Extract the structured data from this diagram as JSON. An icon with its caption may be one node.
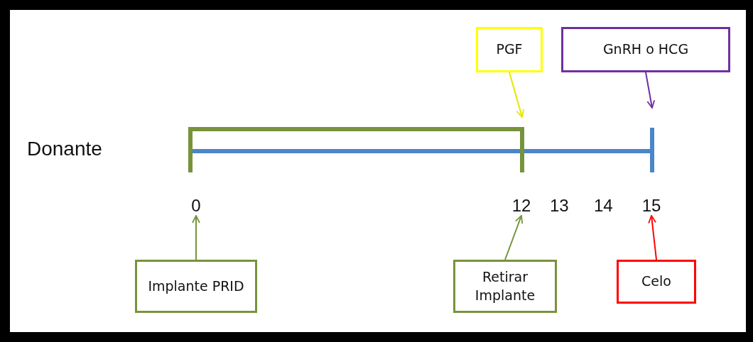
{
  "diagram": {
    "nodes": [
      {
        "text": [
          "PGF"
        ]
      },
      {
        "text": [
          "GnRH o HCG"
        ]
      },
      {
        "text": [
          "0"
        ]
      },
      {
        "text": [
          "12"
        ]
      },
      {
        "text": [
          "15"
        ]
      },
      {
        "text": [
          "Implante PRID"
        ]
      },
      {
        "text": [
          "Retirar Implante"
        ]
      },
      {
        "text": [
          "Celo"
        ]
      }
    ],
    "edges": [
      {
        "from": 0,
        "to": null,
        "arrow": "to",
        "color": "#e6e600"
      },
      {
        "from": 1,
        "to": null,
        "arrow": "to",
        "color": "#7030a0"
      },
      {
        "from": 5,
        "to": 2,
        "arrow": "to"
      },
      {
        "from": 6,
        "to": 3,
        "arrow": "to"
      },
      {
        "from": 7,
        "to": 4,
        "arrow": "to",
        "color": "#ff0000"
      }
    ],
    "labels": [
      "Donante",
      "13",
      "14"
    ]
  }
}
